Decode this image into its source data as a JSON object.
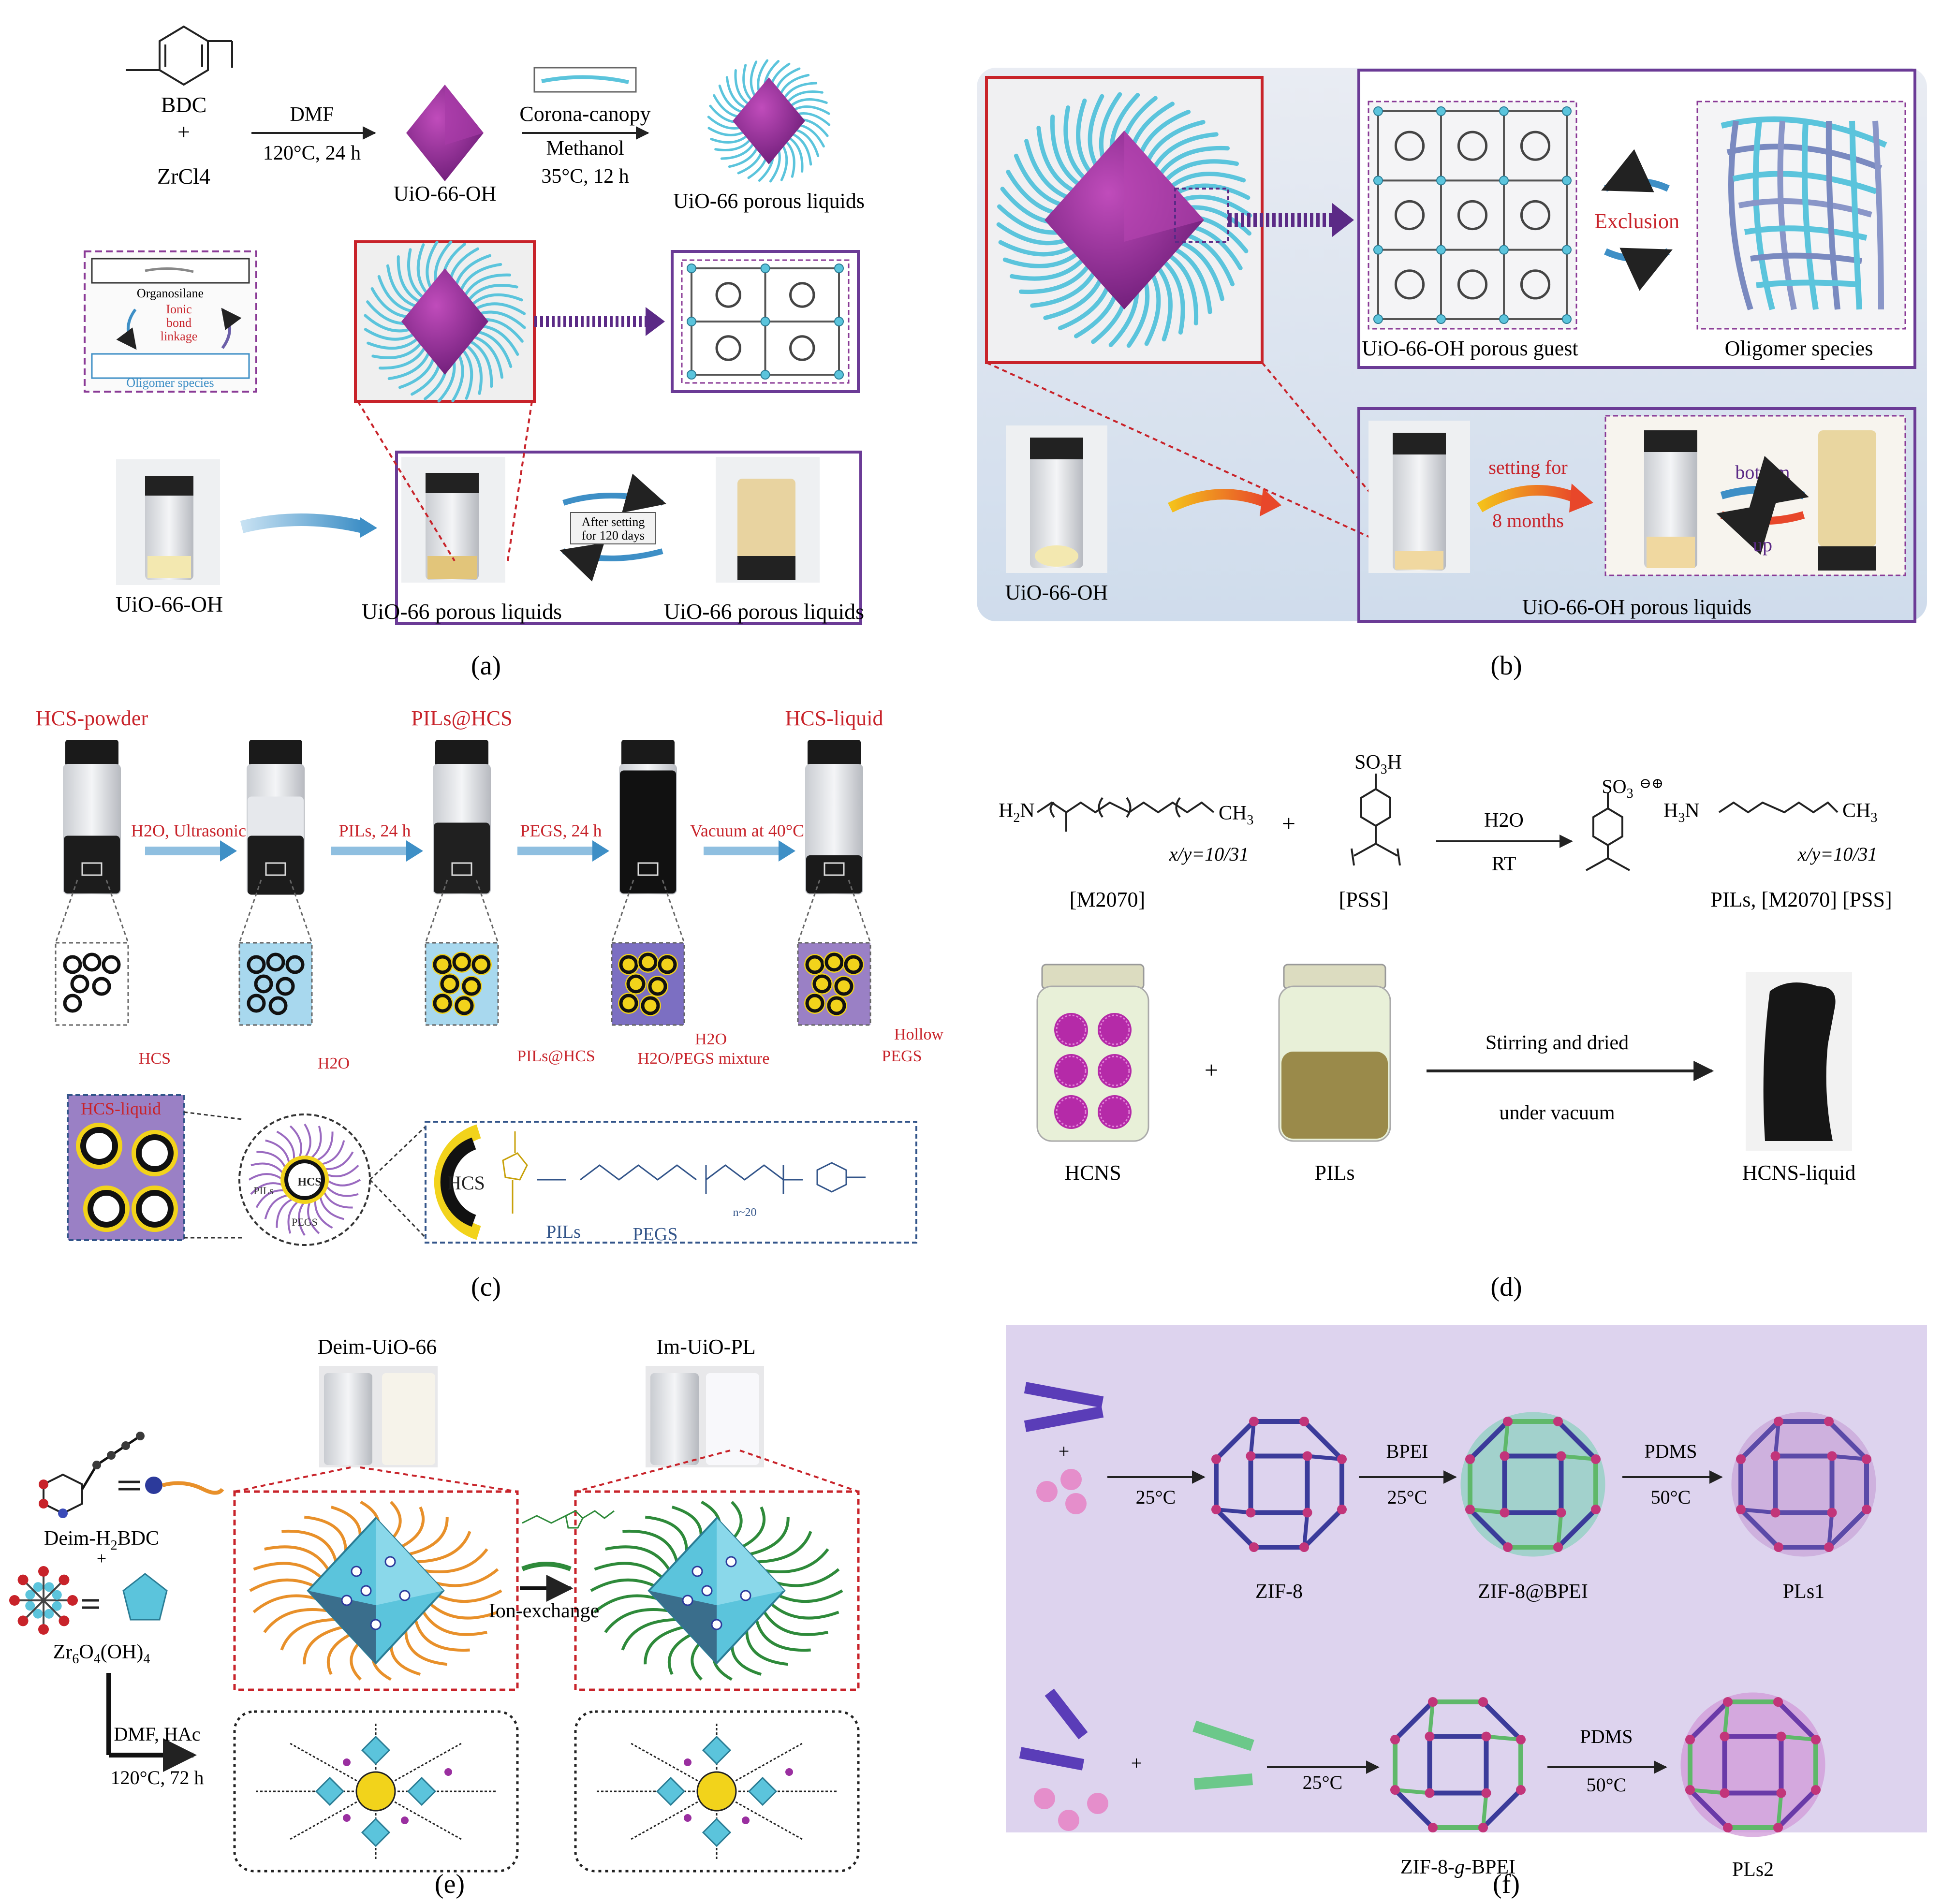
{
  "panels": {
    "a": {
      "caption": "(a)",
      "reagent_main": "BDC",
      "plus": "+",
      "reagent_second": "ZrCl4",
      "step1_top": "DMF",
      "step1_bottom": "120°C, 24 h",
      "product1": "UiO-66-OH",
      "step2_label1": "Corona-canopy",
      "step2_label2": "Methanol",
      "step2_label3": "35°C, 12 h",
      "product2": "UiO-66 porous liquids",
      "inset_top": "Organosilane",
      "inset_mid1": "Ionic",
      "inset_mid2": "bond",
      "inset_mid3": "linkage",
      "inset_bottom": "Oligomer species",
      "settle_line1": "After setting",
      "settle_line2": "for 120 days",
      "bottom_labels": [
        "UiO-66-OH",
        "UiO-66 porous liquids",
        "UiO-66 porous liquids"
      ]
    },
    "b": {
      "caption": "(b)",
      "exclusion": "Exclusion",
      "guest_label": "UiO-66-OH porous guest",
      "oligomer_label": "Oligomer species",
      "vial_label": "UiO-66-OH",
      "setting_line1": "setting for",
      "setting_line2": "8 months",
      "bottom_label": "bottom",
      "up_label": "up",
      "liquid_label": "UiO-66-OH porous liquids"
    },
    "c": {
      "caption": "(c)",
      "titles": [
        "HCS-powder",
        "PILs@HCS",
        "HCS-liquid"
      ],
      "steps": [
        "H2O, Ultrasonic",
        "PILs, 24 h",
        "PEGS, 24 h",
        "Vacuum at 40°C"
      ],
      "annotations": [
        "HCS",
        "H2O",
        "PILs@HCS",
        "H2O",
        "H2O/PEGS mixture",
        "Hollow",
        "PEGS"
      ],
      "zoom_title": "HCS-liquid",
      "core_label": "HCS",
      "shell_labels": [
        "PILs",
        "PEGS"
      ],
      "chem_labels": [
        "HCS",
        "PILs",
        "PEGS",
        "n~20"
      ]
    },
    "d": {
      "caption": "(d)",
      "m2070": "[M2070]",
      "pss": "[PSS]",
      "ratio": "x/y=10/31",
      "reagent_top": "H2O",
      "reagent_bottom": "RT",
      "product": "PILs, [M2070] [PSS]",
      "plus": "+",
      "bottle_labels": [
        "HCNS",
        "PILs",
        "HCNS-liquid"
      ],
      "arrow_top": "Stirring and dried",
      "arrow_bottom": "under vacuum"
    },
    "e": {
      "caption": "(e)",
      "top_labels": [
        "Deim-UiO-66",
        "Im-UiO-PL"
      ],
      "linker": "Deim-H2BDC",
      "cluster": "Zr6O4(OH)4",
      "condition1": "DMF, HAc",
      "condition2": "120°C, 72 h",
      "ion_exchange": "Ion-exchange"
    },
    "f": {
      "caption": "(f)",
      "row1": {
        "cond1": "25°C",
        "reagent2": "BPEI",
        "cond2": "25°C",
        "reagent3": "PDMS",
        "cond3": "50°C",
        "labels": [
          "ZIF-8",
          "ZIF-8@BPEI",
          "PLs1"
        ]
      },
      "row2": {
        "cond1": "25°C",
        "reagent2": "PDMS",
        "cond2": "50°C",
        "labels": [
          "ZIF-8-g-BPEI",
          "PLs2"
        ]
      }
    }
  },
  "colors": {
    "purple": "#5b2a86",
    "magenta": "#a2329a",
    "cyan": "#5bc4dc",
    "red": "#c8232a",
    "blue_arrow": "#3e8fc6",
    "frame_purple": "#6b3b96",
    "panel_f_bg": "#ddd3ee"
  }
}
